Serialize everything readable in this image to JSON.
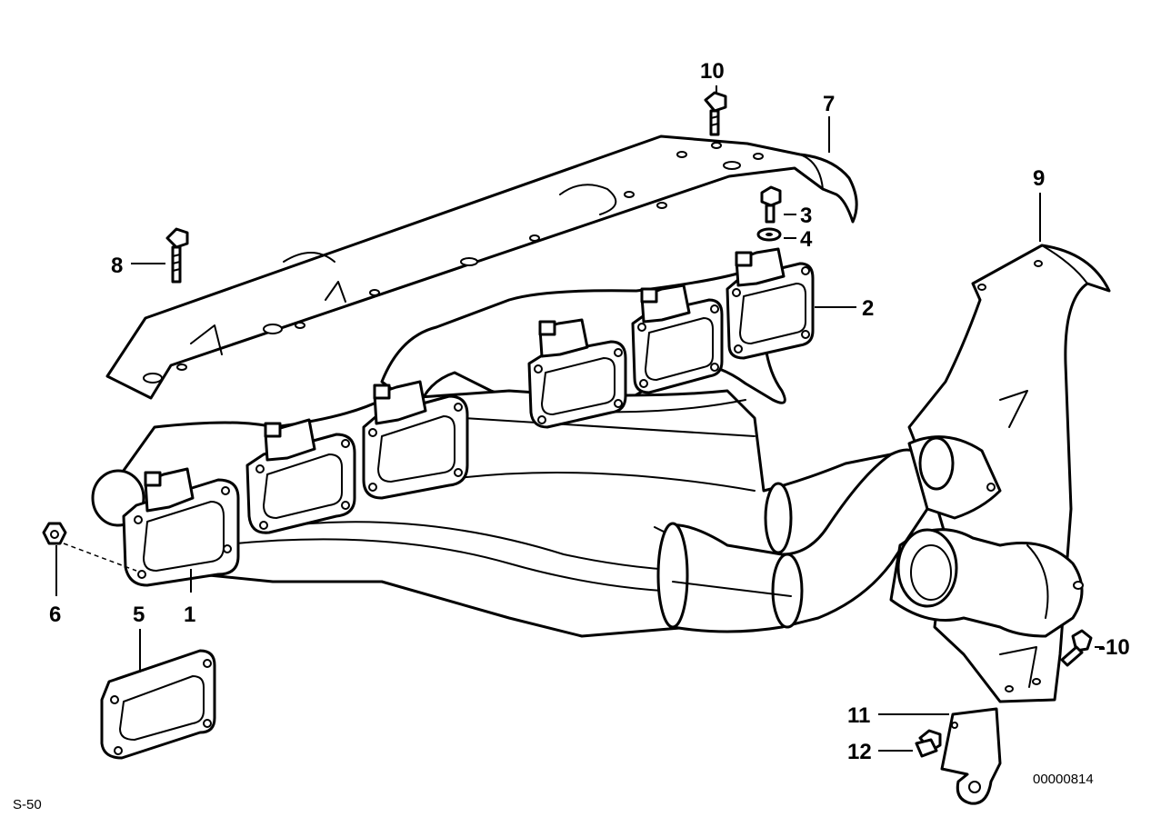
{
  "diagram": {
    "callouts": {
      "c1": "1",
      "c2": "2",
      "c3": "3",
      "c4": "4",
      "c5": "5",
      "c6": "6",
      "c7": "7",
      "c8": "8",
      "c9": "9",
      "c10a": "10",
      "c10b": "-10",
      "c11": "11",
      "c12": "12"
    },
    "page_ref": "S-50",
    "drawing_number": "00000814"
  }
}
